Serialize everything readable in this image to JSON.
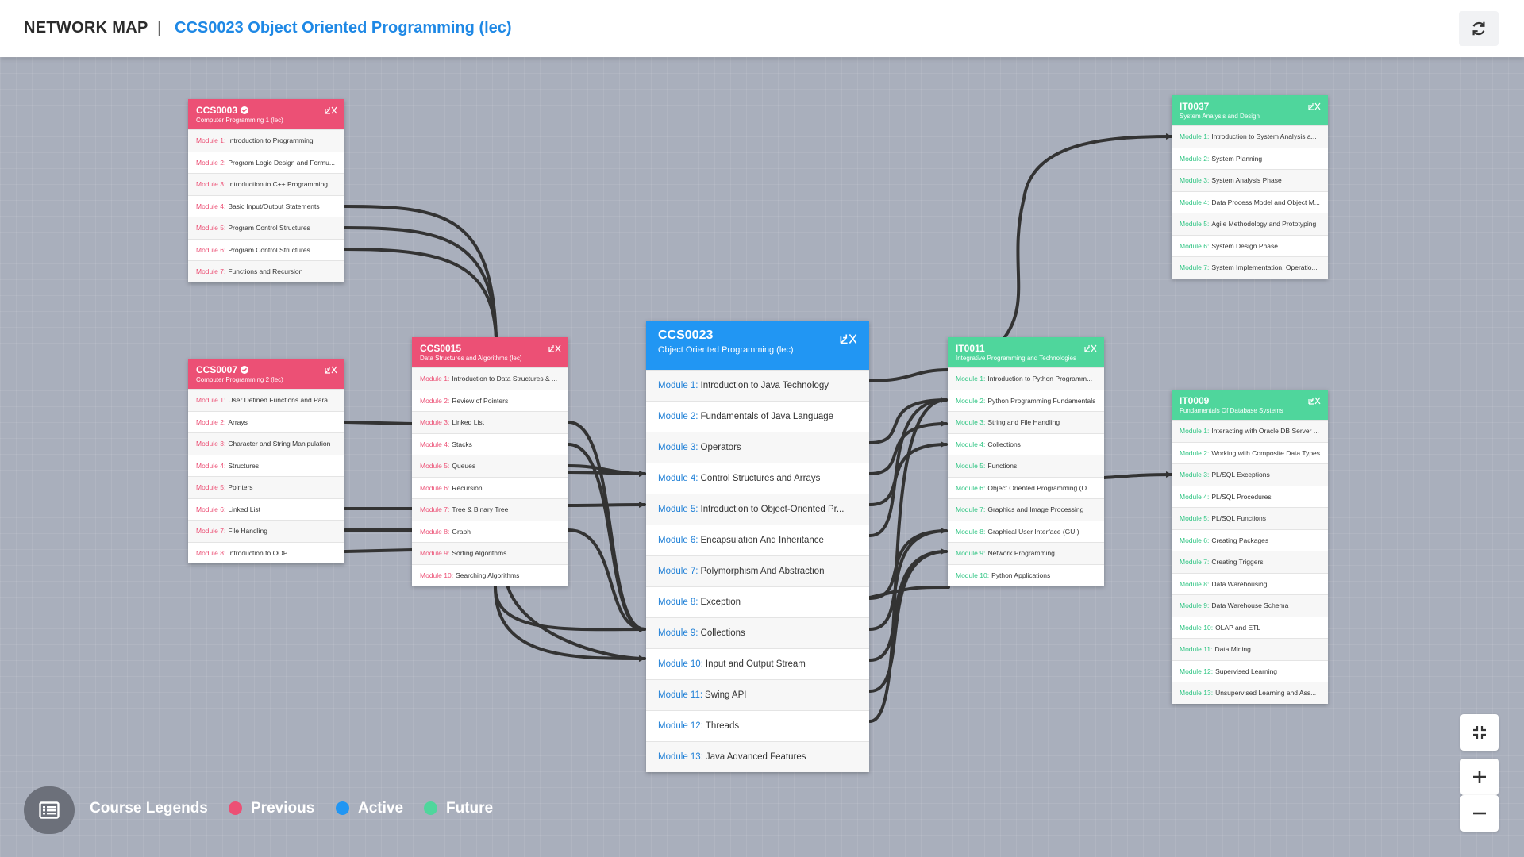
{
  "header": {
    "brand": "NETWORK MAP",
    "separator": "|",
    "title": "CCS0023 Object Oriented Programming (lec)"
  },
  "colors": {
    "previous": "#ec5075",
    "active": "#2196f3",
    "future": "#4fd69c"
  },
  "legend": {
    "title": "Course Legends",
    "previous": "Previous",
    "active": "Active",
    "future": "Future"
  },
  "icons": {
    "refresh": "refresh-icon",
    "expand": "expand-icon",
    "collapse": "collapse-icon",
    "zoom_in": "plus-icon",
    "zoom_out": "minus-icon",
    "legend": "list-icon"
  },
  "courses": {
    "ccs0003": {
      "code": "CCS0003",
      "name": "Computer Programming 1 (lec)",
      "status": "previous",
      "modules": [
        {
          "label": "Module 1:",
          "title": "Introduction to Programming"
        },
        {
          "label": "Module 2:",
          "title": "Program Logic Design and Formu..."
        },
        {
          "label": "Module 3:",
          "title": "Introduction to C++ Programming"
        },
        {
          "label": "Module 4:",
          "title": "Basic Input/Output Statements"
        },
        {
          "label": "Module 5:",
          "title": "Program Control Structures"
        },
        {
          "label": "Module 6:",
          "title": "Program Control Structures"
        },
        {
          "label": "Module 7:",
          "title": "Functions and Recursion"
        }
      ]
    },
    "ccs0007": {
      "code": "CCS0007",
      "name": "Computer Programming 2 (lec)",
      "status": "previous",
      "modules": [
        {
          "label": "Module 1:",
          "title": "User Defined Functions and Para..."
        },
        {
          "label": "Module 2:",
          "title": "Arrays"
        },
        {
          "label": "Module 3:",
          "title": "Character and String Manipulation"
        },
        {
          "label": "Module 4:",
          "title": "Structures"
        },
        {
          "label": "Module 5:",
          "title": "Pointers"
        },
        {
          "label": "Module 6:",
          "title": "Linked List"
        },
        {
          "label": "Module 7:",
          "title": "File Handling"
        },
        {
          "label": "Module 8:",
          "title": "Introduction to OOP"
        }
      ]
    },
    "ccs0015": {
      "code": "CCS0015",
      "name": "Data Structures and Algorithms (lec)",
      "status": "previous",
      "modules": [
        {
          "label": "Module 1:",
          "title": "Introduction to Data Structures & ..."
        },
        {
          "label": "Module 2:",
          "title": "Review of Pointers"
        },
        {
          "label": "Module 3:",
          "title": "Linked List"
        },
        {
          "label": "Module 4:",
          "title": "Stacks"
        },
        {
          "label": "Module 5:",
          "title": "Queues"
        },
        {
          "label": "Module 6:",
          "title": "Recursion"
        },
        {
          "label": "Module 7:",
          "title": "Tree & Binary Tree"
        },
        {
          "label": "Module 8:",
          "title": "Graph"
        },
        {
          "label": "Module 9:",
          "title": "Sorting Algorithms"
        },
        {
          "label": "Module 10:",
          "title": "Searching Algorithms"
        }
      ]
    },
    "ccs0023": {
      "code": "CCS0023",
      "name": "Object Oriented Programming (lec)",
      "status": "active",
      "modules": [
        {
          "label": "Module 1:",
          "title": "Introduction to Java Technology"
        },
        {
          "label": "Module 2:",
          "title": "Fundamentals of Java Language"
        },
        {
          "label": "Module 3:",
          "title": "Operators"
        },
        {
          "label": "Module 4:",
          "title": "Control Structures and Arrays"
        },
        {
          "label": "Module 5:",
          "title": "Introduction to Object-Oriented Pr..."
        },
        {
          "label": "Module 6:",
          "title": "Encapsulation And Inheritance"
        },
        {
          "label": "Module 7:",
          "title": "Polymorphism And Abstraction"
        },
        {
          "label": "Module 8:",
          "title": "Exception"
        },
        {
          "label": "Module 9:",
          "title": "Collections"
        },
        {
          "label": "Module 10:",
          "title": "Input and Output Stream"
        },
        {
          "label": "Module 11:",
          "title": "Swing API"
        },
        {
          "label": "Module 12:",
          "title": "Threads"
        },
        {
          "label": "Module 13:",
          "title": "Java Advanced Features"
        }
      ]
    },
    "it0011": {
      "code": "IT0011",
      "name": "Integrative Programming and Technologies",
      "status": "future",
      "modules": [
        {
          "label": "Module 1:",
          "title": "Introduction to Python Programm..."
        },
        {
          "label": "Module 2:",
          "title": "Python Programming Fundamentals"
        },
        {
          "label": "Module 3:",
          "title": "String and File Handling"
        },
        {
          "label": "Module 4:",
          "title": "Collections"
        },
        {
          "label": "Module 5:",
          "title": "Functions"
        },
        {
          "label": "Module 6:",
          "title": "Object Oriented Programming (O..."
        },
        {
          "label": "Module 7:",
          "title": "Graphics and Image Processing"
        },
        {
          "label": "Module 8:",
          "title": "Graphical User Interface (GUI)"
        },
        {
          "label": "Module 9:",
          "title": "Network Programming"
        },
        {
          "label": "Module 10:",
          "title": "Python Applications"
        }
      ]
    },
    "it0037": {
      "code": "IT0037",
      "name": "System Analysis and Design",
      "status": "future",
      "modules": [
        {
          "label": "Module 1:",
          "title": "Introduction to System Analysis a..."
        },
        {
          "label": "Module 2:",
          "title": "System Planning"
        },
        {
          "label": "Module 3:",
          "title": "System Analysis Phase"
        },
        {
          "label": "Module 4:",
          "title": "Data Process Model and Object M..."
        },
        {
          "label": "Module 5:",
          "title": "Agile Methodology and Prototyping"
        },
        {
          "label": "Module 6:",
          "title": "System Design Phase"
        },
        {
          "label": "Module 7:",
          "title": "System Implementation, Operatio..."
        }
      ]
    },
    "it0009": {
      "code": "IT0009",
      "name": "Fundamentals Of Database Systems",
      "status": "future",
      "modules": [
        {
          "label": "Module 1:",
          "title": "Interacting with Oracle DB Server ..."
        },
        {
          "label": "Module 2:",
          "title": "Working with Composite Data Types"
        },
        {
          "label": "Module 3:",
          "title": "PL/SQL Exceptions"
        },
        {
          "label": "Module 4:",
          "title": "PL/SQL Procedures"
        },
        {
          "label": "Module 5:",
          "title": "PL/SQL Functions"
        },
        {
          "label": "Module 6:",
          "title": "Creating Packages"
        },
        {
          "label": "Module 7:",
          "title": "Creating Triggers"
        },
        {
          "label": "Module 8:",
          "title": "Data Warehousing"
        },
        {
          "label": "Module 9:",
          "title": "Data Warehouse Schema"
        },
        {
          "label": "Module 10:",
          "title": "OLAP and ETL"
        },
        {
          "label": "Module 11:",
          "title": "Data Mining"
        },
        {
          "label": "Module 12:",
          "title": "Supervised Learning"
        },
        {
          "label": "Module 13:",
          "title": "Unsupervised Learning and Ass..."
        }
      ]
    }
  }
}
